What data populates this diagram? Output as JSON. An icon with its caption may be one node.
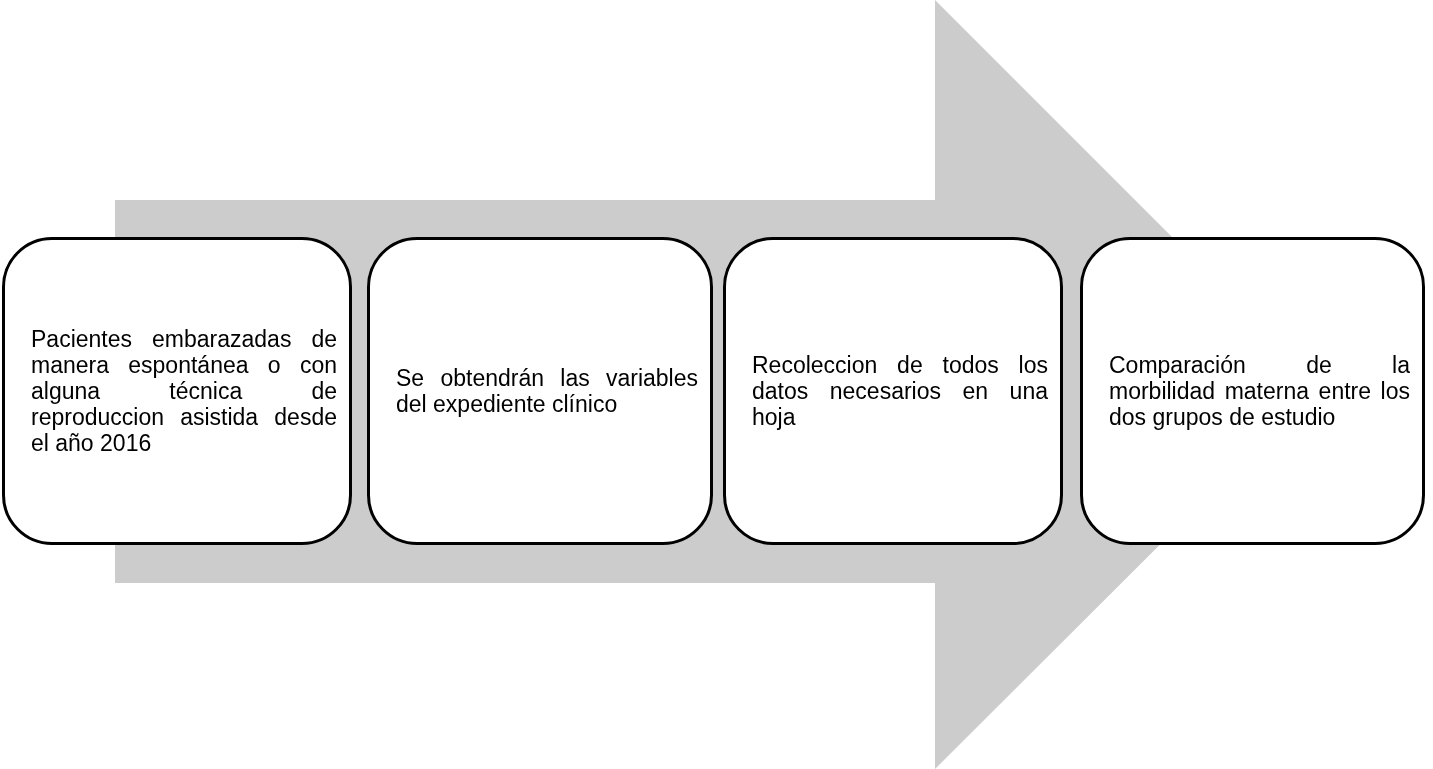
{
  "diagram": {
    "nodes": [
      {
        "text": [
          "Pacientes embarazadas de manera espontánea o con alguna técnica de reproduccion asistida desde el año 2016"
        ]
      },
      {
        "text": [
          "Se obtendrán las variables del expediente clínico"
        ]
      },
      {
        "text": [
          "Recoleccion de todos los datos necesarios en una hoja"
        ]
      },
      {
        "text": [
          "Comparación de la morbilidad materna entre los dos grupos de estudio"
        ]
      }
    ],
    "edges": [
      {
        "from": 0,
        "to": 3,
        "arrow": "to"
      }
    ]
  }
}
